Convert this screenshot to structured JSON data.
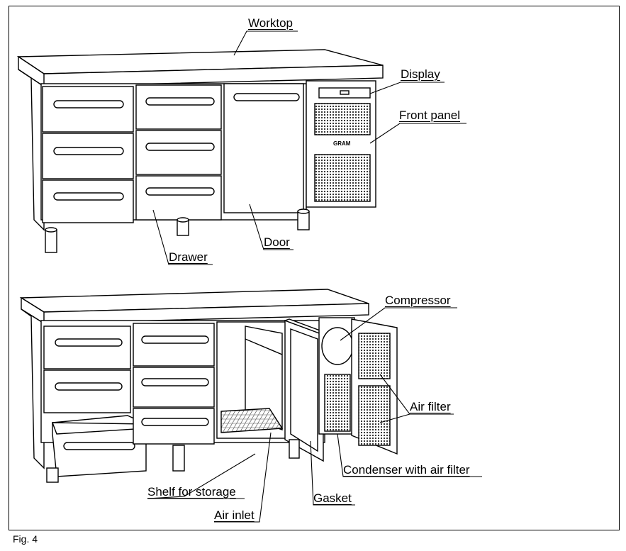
{
  "figure": {
    "caption": "Fig. 4",
    "brand_mark": "GRAM"
  },
  "top_view": {
    "labels": {
      "worktop": "Worktop",
      "display": "Display",
      "front_panel": "Front panel",
      "drawer": "Drawer",
      "door": "Door"
    }
  },
  "bottom_view": {
    "labels": {
      "compressor": "Compressor",
      "air_filter": "Air filter",
      "condenser": "Condenser with air filter",
      "shelf": "Shelf for storage",
      "air_inlet": "Air inlet",
      "gasket": "Gasket"
    }
  },
  "icons": {
    "counter_closed": "refrigerated-counter-closed-drawing",
    "counter_open": "refrigerated-counter-open-drawing"
  }
}
